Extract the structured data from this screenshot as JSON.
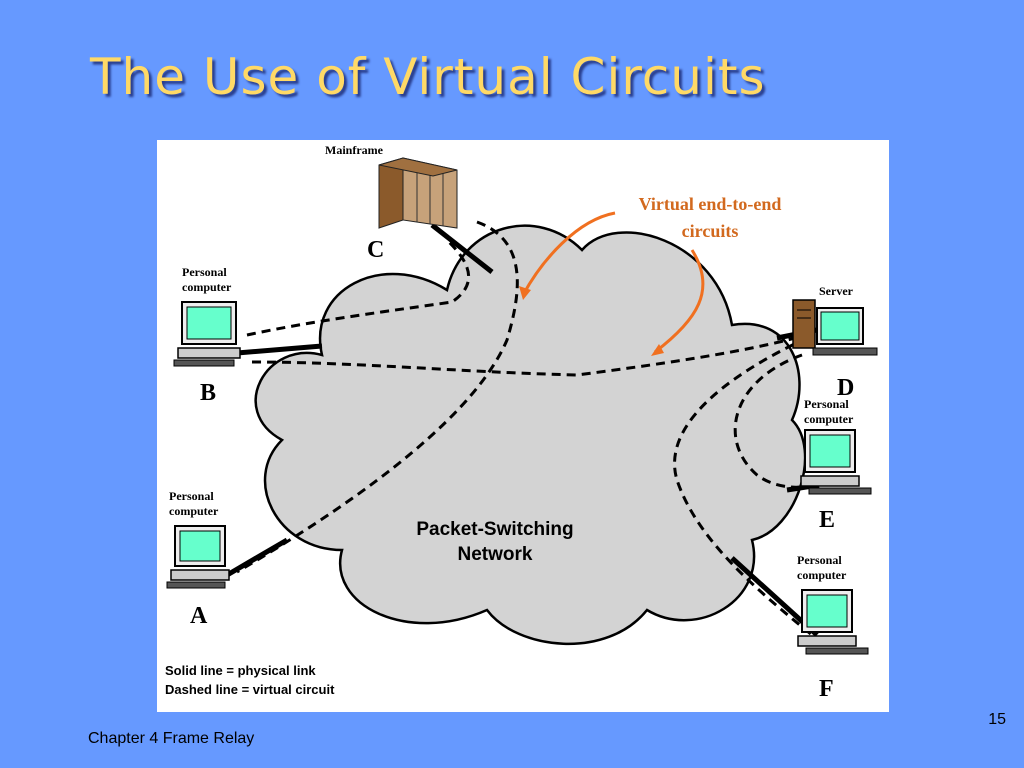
{
  "slide": {
    "title": "The Use of Virtual Circuits",
    "footer": "Chapter 4 Frame Relay",
    "page_number": "15",
    "background_color": "#6699FF",
    "title_color": "#FFD966"
  },
  "diagram": {
    "network_label_line1": "Packet-Switching",
    "network_label_line2": "Network",
    "annotation_line1": "Virtual end-to-end",
    "annotation_line2": "circuits",
    "annotation_color": "#D2691E",
    "arrow_color": "#F07020",
    "cloud_color": "#D3D3D3",
    "screen_color": "#66FFCC",
    "legend_solid": "Solid line = physical link",
    "legend_dashed": "Dashed line = virtual circuit",
    "nodes": {
      "mainframe": {
        "type": "Mainframe",
        "letter": "C"
      },
      "b": {
        "type_line1": "Personal",
        "type_line2": "computer",
        "letter": "B"
      },
      "a": {
        "type_line1": "Personal",
        "type_line2": "computer",
        "letter": "A"
      },
      "server": {
        "type": "Server",
        "letter": "D"
      },
      "e": {
        "type_line1": "Personal",
        "type_line2": "computer",
        "letter": "E"
      },
      "f": {
        "type_line1": "Personal",
        "type_line2": "computer",
        "letter": "F"
      }
    }
  }
}
